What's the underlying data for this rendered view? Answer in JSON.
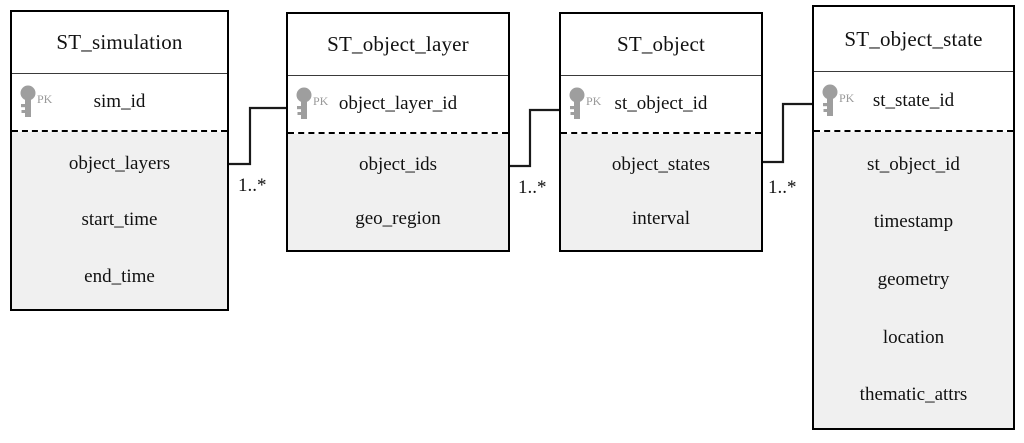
{
  "diagram": {
    "type": "er-class-diagram",
    "background_color": "#ffffff",
    "line_color": "#1a1a1a",
    "attribute_section_color": "#f0f0f0",
    "pk_icon_color": "#9e9e9e",
    "entities": [
      {
        "name": "ST_simulation",
        "pk": {
          "label": "PK",
          "field": "sim_id",
          "icon": "key-icon"
        },
        "attributes": [
          "object_layers",
          "start_time",
          "end_time"
        ]
      },
      {
        "name": "ST_object_layer",
        "pk": {
          "label": "PK",
          "field": "object_layer_id",
          "icon": "key-icon"
        },
        "attributes": [
          "object_ids",
          "geo_region"
        ]
      },
      {
        "name": "ST_object",
        "pk": {
          "label": "PK",
          "field": "st_object_id",
          "icon": "key-icon"
        },
        "attributes": [
          "object_states",
          "interval"
        ]
      },
      {
        "name": "ST_object_state",
        "pk": {
          "label": "PK",
          "field": "st_state_id",
          "icon": "key-icon"
        },
        "attributes": [
          "st_object_id",
          "timestamp",
          "geometry",
          "location",
          "thematic_attrs"
        ]
      }
    ],
    "relationships": [
      {
        "from": "ST_simulation",
        "to": "ST_object_layer",
        "multiplicity": "1..*"
      },
      {
        "from": "ST_object_layer",
        "to": "ST_object",
        "multiplicity": "1..*"
      },
      {
        "from": "ST_object",
        "to": "ST_object_state",
        "multiplicity": "1..*"
      }
    ]
  }
}
